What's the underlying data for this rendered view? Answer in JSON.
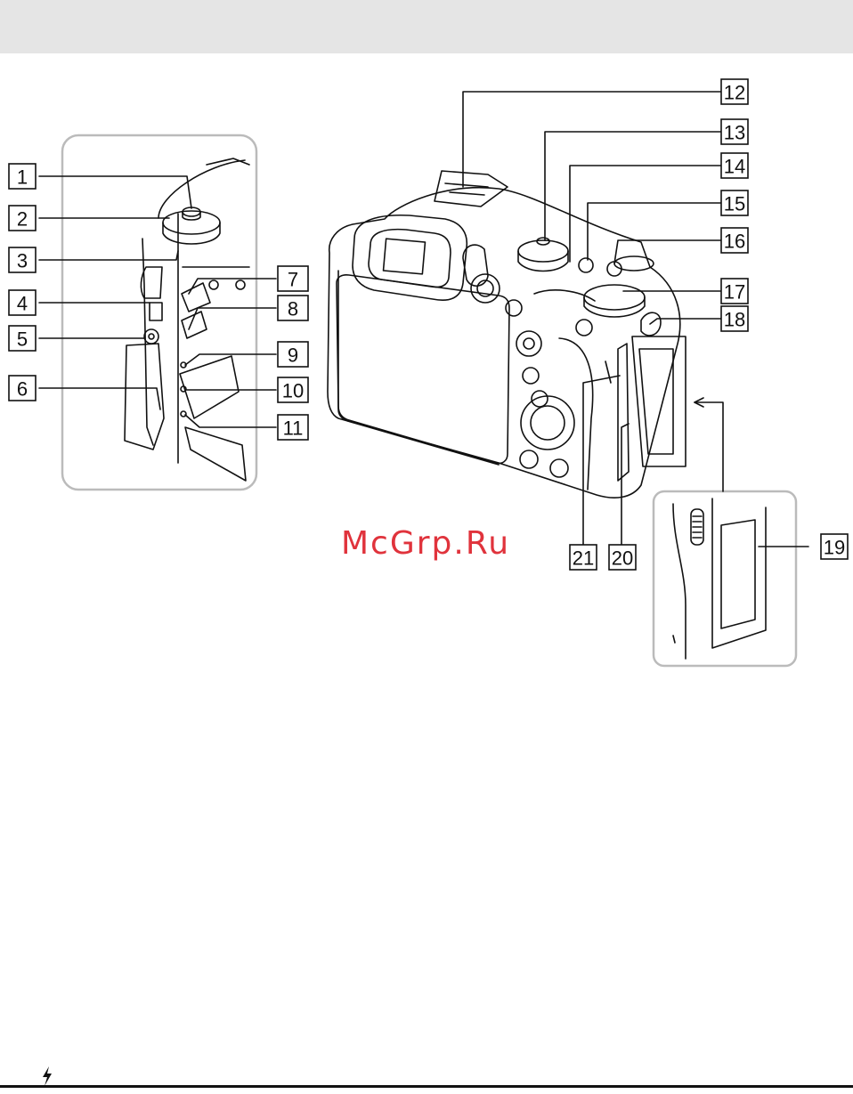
{
  "callouts": [
    "1",
    "2",
    "3",
    "4",
    "5",
    "6",
    "7",
    "8",
    "9",
    "10",
    "11",
    "12",
    "13",
    "14",
    "15",
    "16",
    "17",
    "18",
    "19",
    "20",
    "21"
  ],
  "watermark": "McGrp.Ru",
  "icons": {
    "footer": "flash-icon"
  },
  "colors": {
    "header": "#e5e5e5",
    "watermark": "#e0333c",
    "line": "#111111",
    "frame": "#bbbbbb"
  }
}
